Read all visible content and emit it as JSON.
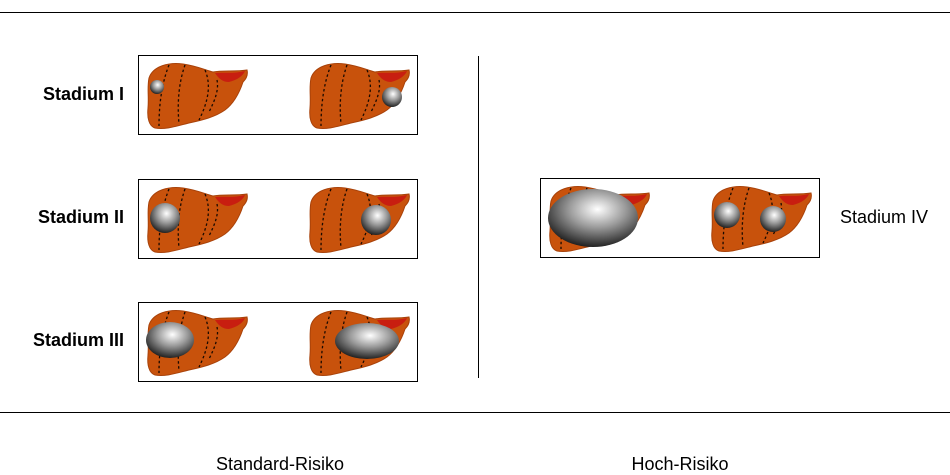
{
  "stages": {
    "stage1": "Stadium I",
    "stage2": "Stadium II",
    "stage3": "Stadium III",
    "stage4": "Stadium IV"
  },
  "groups": {
    "standard": "Standard-Risiko",
    "high": "Hoch-Risiko"
  },
  "colors": {
    "liver": "#c8520c",
    "liver_edge": "#a8420a",
    "gallbladder": "#c81e10",
    "segment_line": "#1a0a00",
    "tumor_light": "#ffffff",
    "tumor_dark": "#111111",
    "rule": "#000000"
  },
  "icons": [
    "liver-icon",
    "tumor-icon"
  ]
}
